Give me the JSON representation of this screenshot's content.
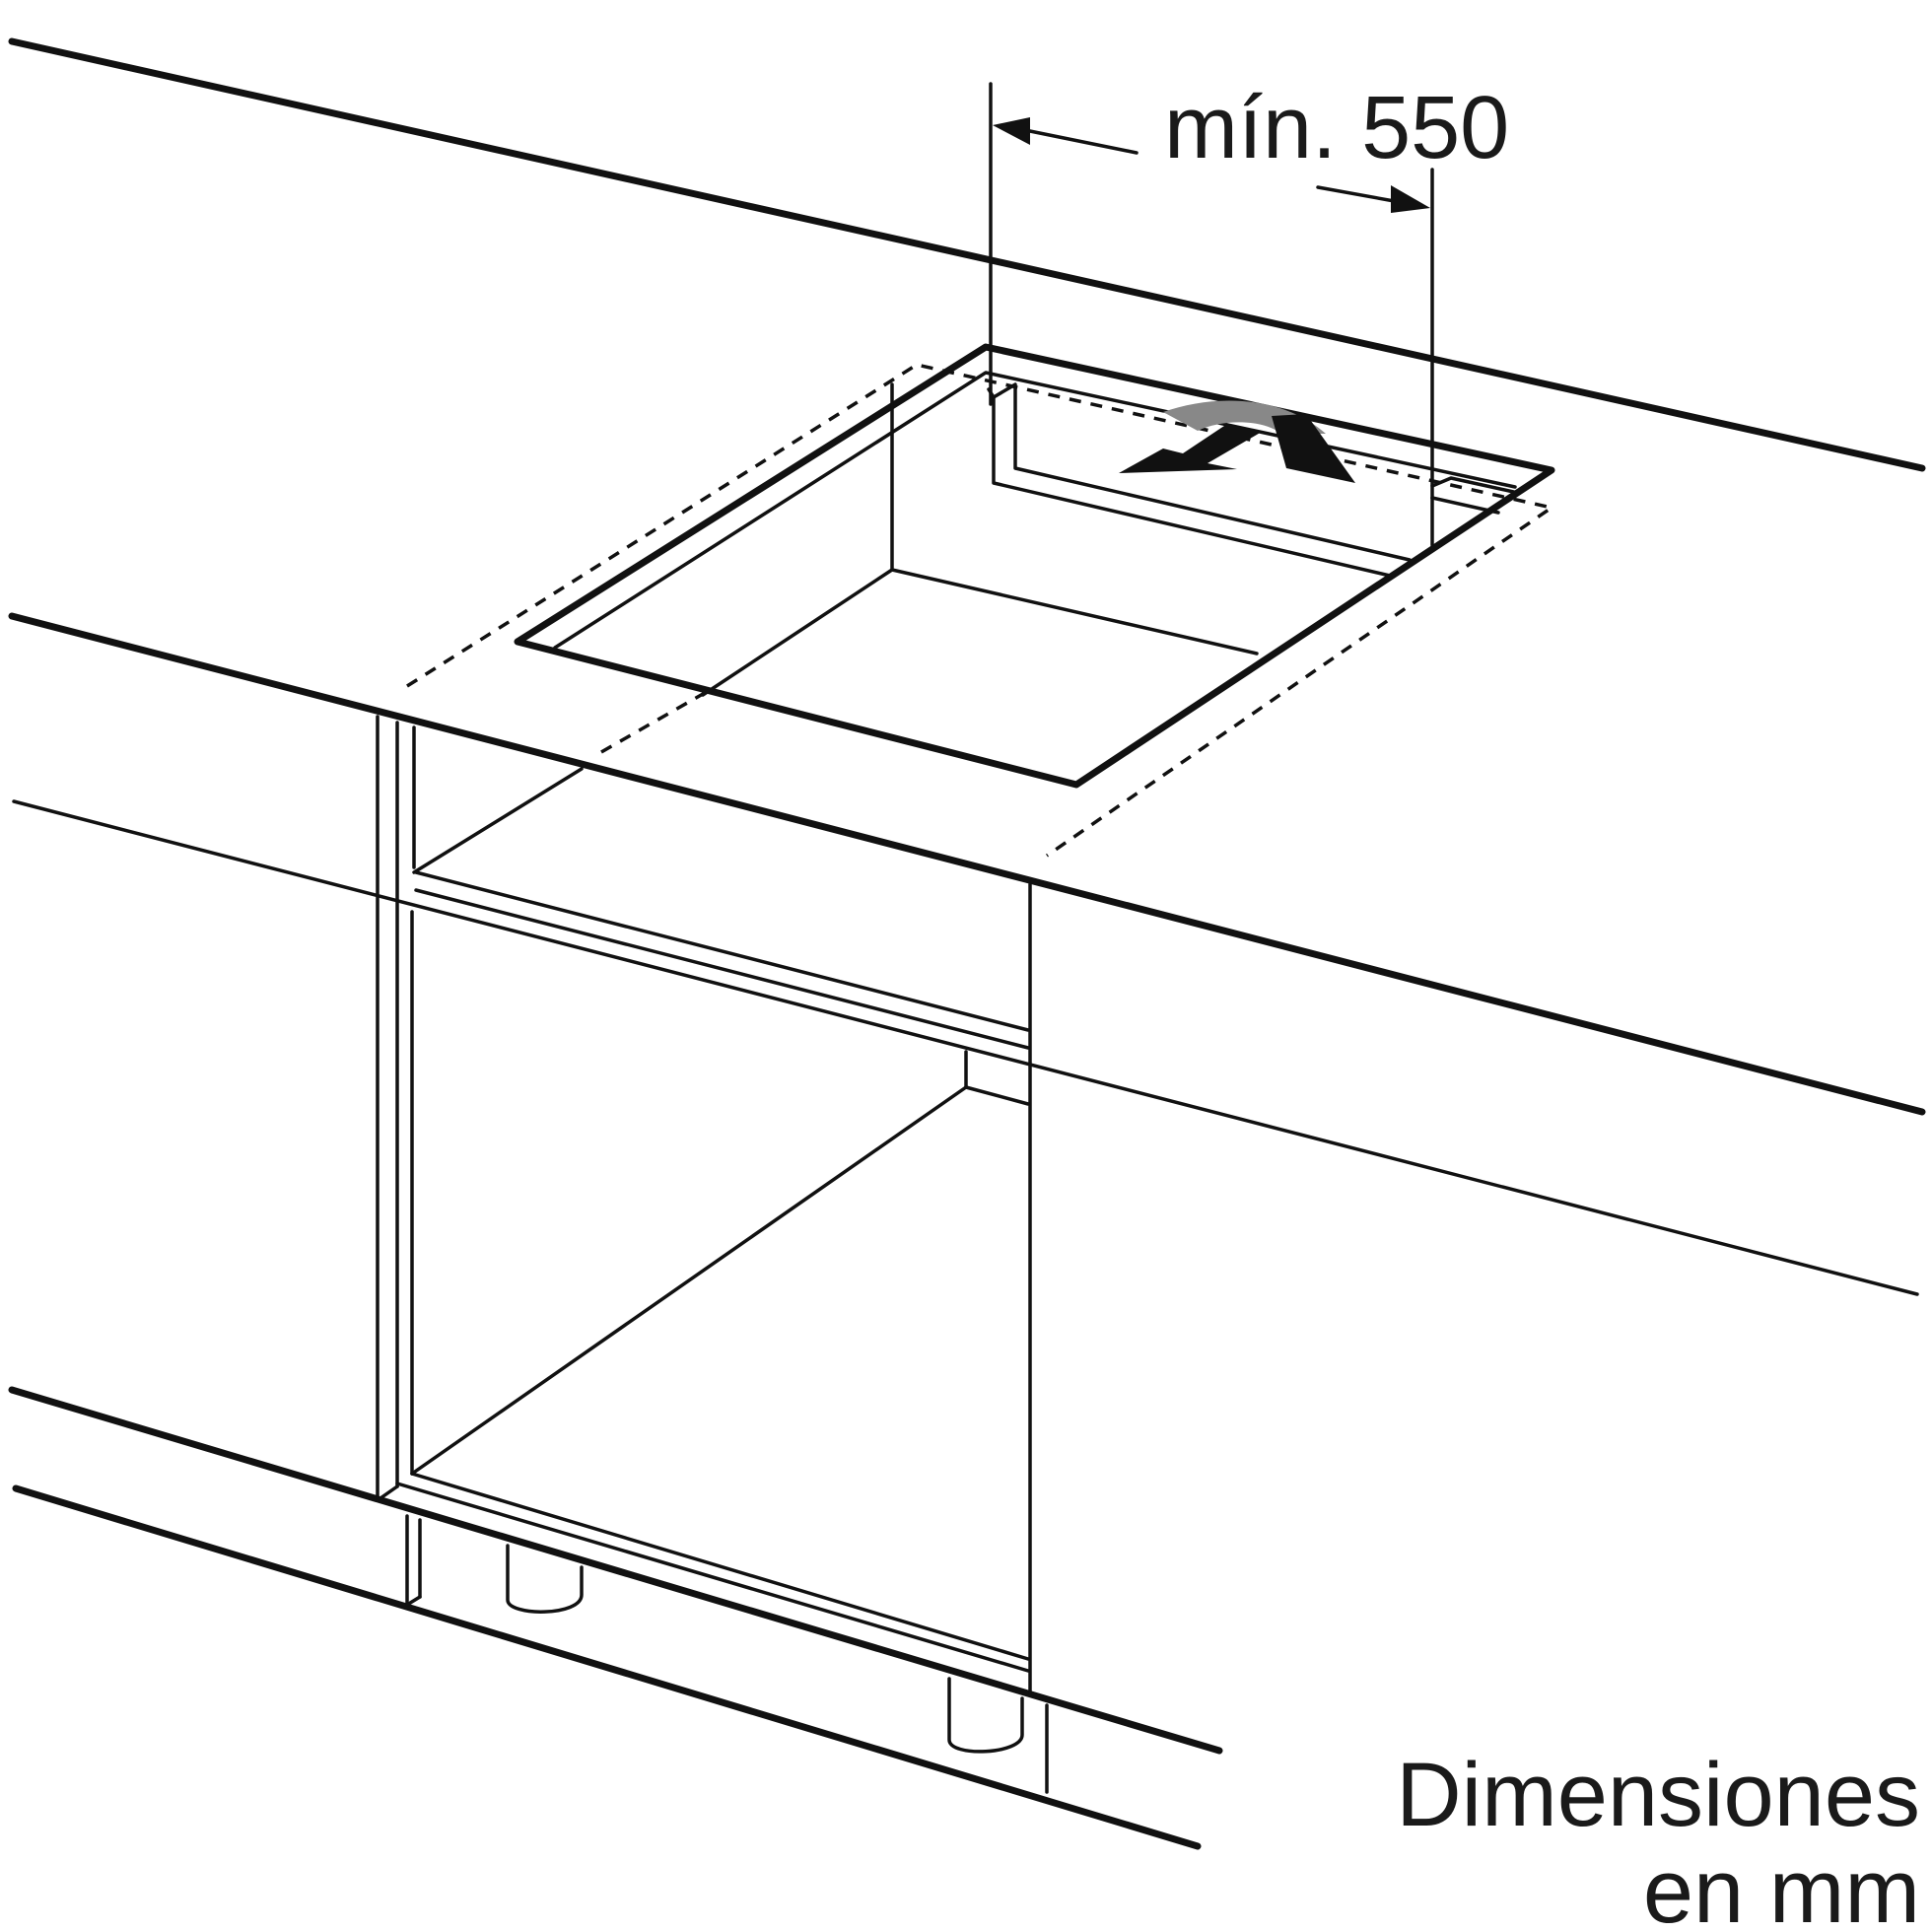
{
  "dimension": {
    "prefix": "mín.",
    "value": "550"
  },
  "units_note": {
    "line1": "Dimensiones",
    "line2": "en mm"
  },
  "colors": {
    "line": "#111111",
    "accent_arrow": "#888888",
    "background": "#ffffff"
  }
}
